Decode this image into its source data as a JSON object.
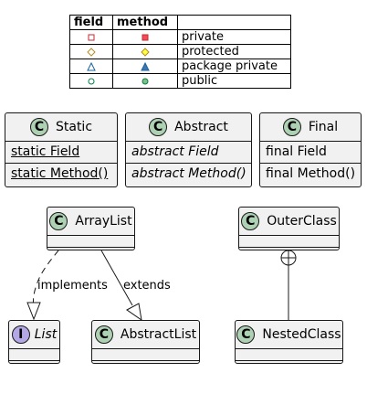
{
  "legend": {
    "headers": [
      "field",
      "method",
      ""
    ],
    "rows": [
      {
        "label": "private",
        "shape": "square",
        "fill": "#c82930"
      },
      {
        "label": "protected",
        "shape": "diamond",
        "fill": "#ffff44",
        "stroke": "#b38d22"
      },
      {
        "label": "package private",
        "shape": "triangle",
        "fill": "#1963a0"
      },
      {
        "label": "public",
        "shape": "circle",
        "fill": "#84be84",
        "stroke": "#038048"
      }
    ]
  },
  "classes": {
    "static": {
      "badge": "C",
      "name": "Static",
      "field": "static Field",
      "method": "static Method()"
    },
    "abstract": {
      "badge": "C",
      "name": "Abstract",
      "field": "abstract Field",
      "method": "abstract Method()"
    },
    "final": {
      "badge": "C",
      "name": "Final",
      "field": "final Field",
      "method": "final Method()"
    },
    "arraylist": {
      "badge": "C",
      "name": "ArrayList"
    },
    "outerclass": {
      "badge": "C",
      "name": "OuterClass"
    },
    "list": {
      "badge": "I",
      "name": "List"
    },
    "abstractlist": {
      "badge": "C",
      "name": "AbstractList"
    },
    "nestedclass": {
      "badge": "C",
      "name": "NestedClass"
    }
  },
  "relations": {
    "implements_label": "implements",
    "extends_label": "extends"
  },
  "colors": {
    "class_bg": "#f1f1f1",
    "class_badge": "#add1b2",
    "interface_badge": "#b4a7e5",
    "border": "#181818"
  }
}
